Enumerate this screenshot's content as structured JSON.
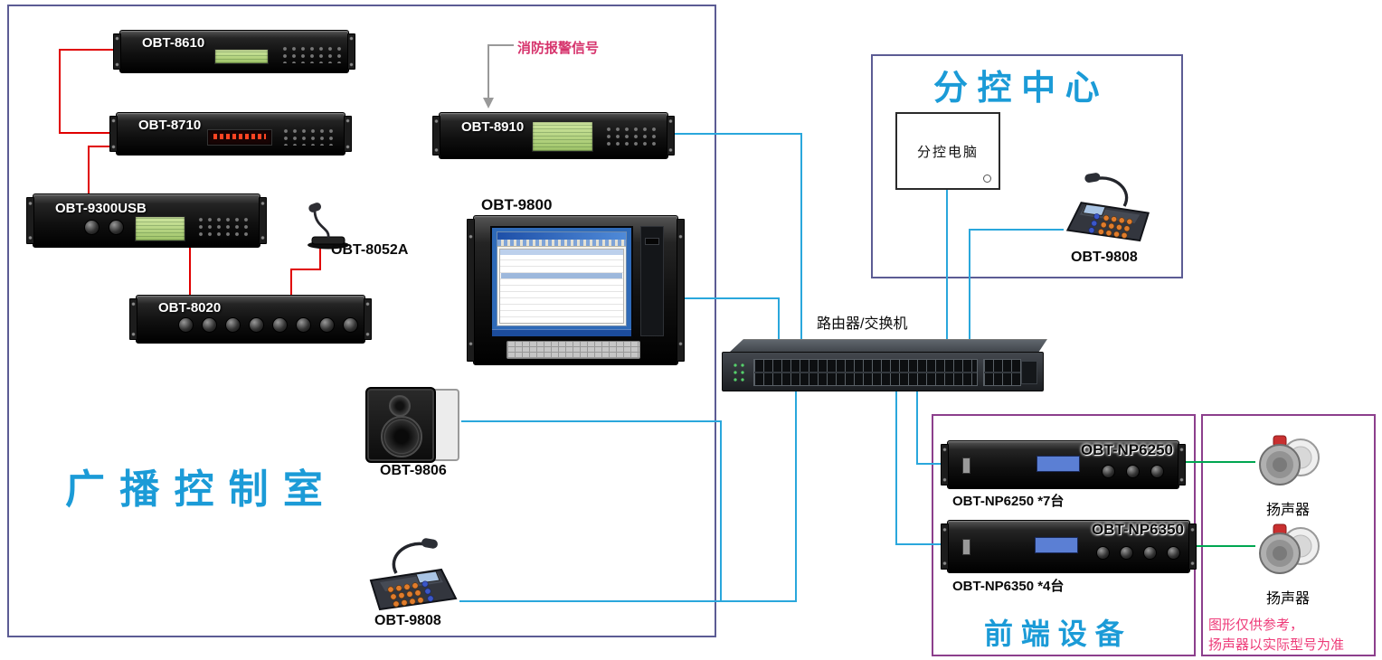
{
  "control_room": {
    "title": "广 播 控 制 室",
    "fire_alarm_label": "消防报警信号",
    "devices": {
      "obt8610": {
        "label": "OBT-8610"
      },
      "obt8710": {
        "label": "OBT-8710"
      },
      "obt9300usb": {
        "label": "OBT-9300USB"
      },
      "obt8052a": {
        "label": "OBT-8052A"
      },
      "obt8020": {
        "label": "OBT-8020"
      },
      "obt8910": {
        "label": "OBT-8910"
      },
      "obt9800": {
        "label": "OBT-9800"
      },
      "obt9806": {
        "label": "OBT-9806"
      },
      "obt9808": {
        "label": "OBT-9808"
      }
    }
  },
  "network": {
    "switch_label": "路由器/交换机"
  },
  "sub_control": {
    "title": "分 控 中 心",
    "computer_label": "分控电脑",
    "mic_label": "OBT-9808"
  },
  "front_end": {
    "title": "前 端 设 备",
    "np6250": {
      "device_label": "OBT-NP6250",
      "caption": "OBT-NP6250 *7台"
    },
    "np6350": {
      "device_label": "OBT-NP6350",
      "caption": "OBT-NP6350 *4台"
    }
  },
  "speaker_zone": {
    "speaker1_label": "扬声器",
    "speaker2_label": "扬声器",
    "note_line1": "图形仅供参考，",
    "note_line2": "扬声器以实际型号为准"
  },
  "colors": {
    "zone_title": "#1b9bd7",
    "zone_border_slate": "#5c5c94",
    "zone_border_purple": "#8c3f8c",
    "line_red": "#e00000",
    "line_blue": "#2aa7dc",
    "line_green": "#00a651",
    "fire_label": "#d6336c",
    "note_pink": "#ee3a78"
  },
  "connections": [
    {
      "from": "OBT-8610",
      "to": "OBT-8710",
      "color": "red"
    },
    {
      "from": "OBT-8710",
      "to": "OBT-9300USB",
      "color": "red"
    },
    {
      "from": "OBT-9300USB",
      "to": "OBT-8020",
      "color": "red"
    },
    {
      "from": "OBT-8020",
      "to": "OBT-8052A",
      "color": "red"
    },
    {
      "from": "消防报警信号",
      "to": "OBT-8910",
      "color": "gray"
    },
    {
      "from": "OBT-8910",
      "to": "路由器/交换机",
      "color": "blue"
    },
    {
      "from": "OBT-9800",
      "to": "路由器/交换机",
      "color": "blue"
    },
    {
      "from": "OBT-9806",
      "to": "路由器/交换机",
      "color": "blue"
    },
    {
      "from": "OBT-9808",
      "to": "路由器/交换机",
      "color": "blue"
    },
    {
      "from": "分控电脑",
      "to": "路由器/交换机",
      "color": "blue"
    },
    {
      "from": "OBT-9808(分控中心)",
      "to": "路由器/交换机",
      "color": "blue"
    },
    {
      "from": "路由器/交换机",
      "to": "OBT-NP6250",
      "color": "blue"
    },
    {
      "from": "路由器/交换机",
      "to": "OBT-NP6350",
      "color": "blue"
    },
    {
      "from": "OBT-NP6250",
      "to": "扬声器",
      "color": "green"
    },
    {
      "from": "OBT-NP6350",
      "to": "扬声器",
      "color": "green"
    }
  ]
}
